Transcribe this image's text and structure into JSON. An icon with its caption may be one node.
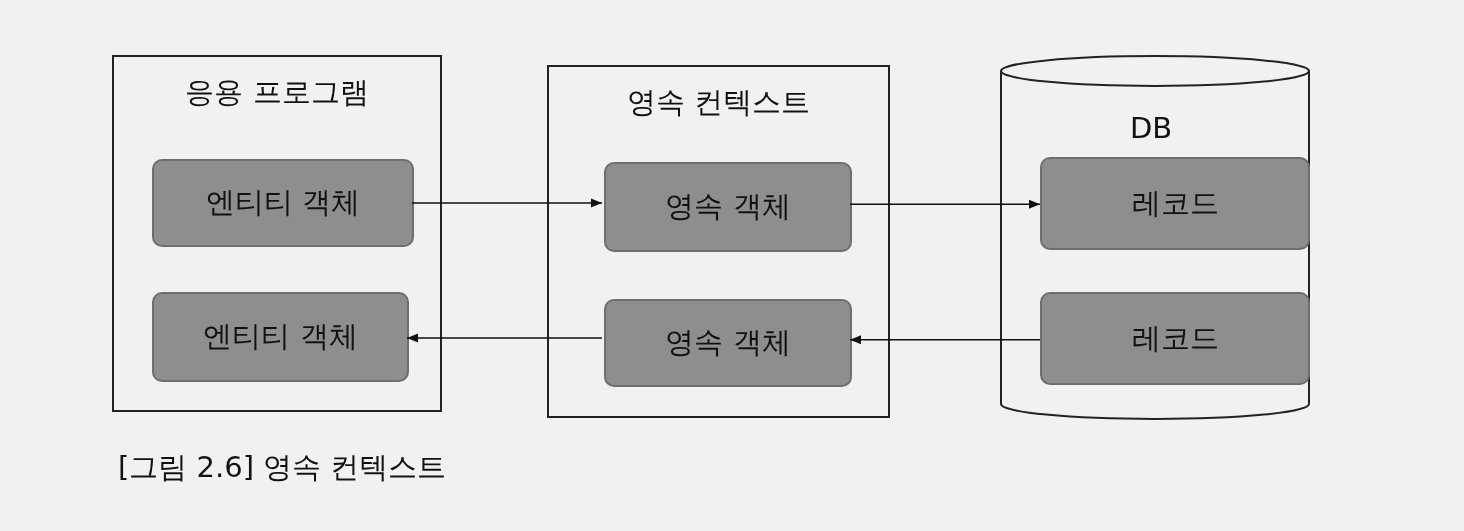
{
  "diagram": {
    "caption": "[그림 2.6] 영속 컨텍스트",
    "nodes": [
      {
        "text": [
          "응용 프로그램"
        ]
      },
      {
        "text": [
          "엔티티 객체"
        ],
        "in": 0
      },
      {
        "text": [
          "엔티티 객체"
        ],
        "in": 0
      },
      {
        "text": [
          "영속 컨텍스트"
        ]
      },
      {
        "text": [
          "영속 객체"
        ],
        "in": 3
      },
      {
        "text": [
          "영속 객체"
        ],
        "in": 3
      },
      {
        "text": [
          "DB"
        ]
      },
      {
        "text": [
          "레코드"
        ],
        "in": 6
      },
      {
        "text": [
          "레코드"
        ],
        "in": 6
      }
    ],
    "edges": [
      {
        "from": 1,
        "to": 4,
        "arrow": "to"
      },
      {
        "from": 4,
        "to": 7,
        "arrow": "to"
      },
      {
        "from": 8,
        "to": 5,
        "arrow": "to"
      },
      {
        "from": 5,
        "to": 2,
        "arrow": "to"
      }
    ]
  }
}
